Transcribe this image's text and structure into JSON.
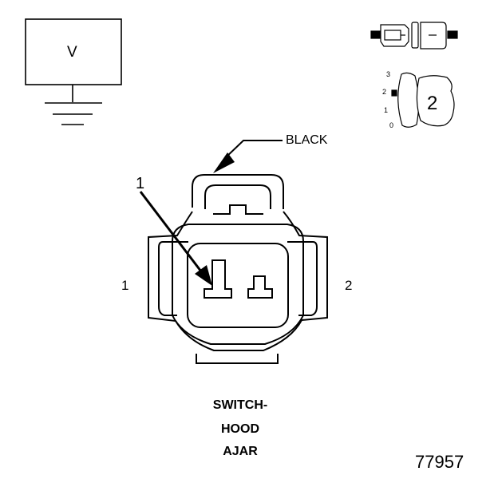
{
  "voltmeter": {
    "symbol": "V"
  },
  "locator": {
    "scale": [
      "3",
      "2",
      "1",
      "0"
    ],
    "connector_code": "2"
  },
  "connector": {
    "wire_color": "BLACK",
    "callout": "1",
    "pin_left": "1",
    "pin_right": "2"
  },
  "caption": [
    "SWITCH-",
    "HOOD",
    "AJAR"
  ],
  "figure_id": "77957",
  "colors": {
    "line": "#000000",
    "background": "#ffffff"
  }
}
